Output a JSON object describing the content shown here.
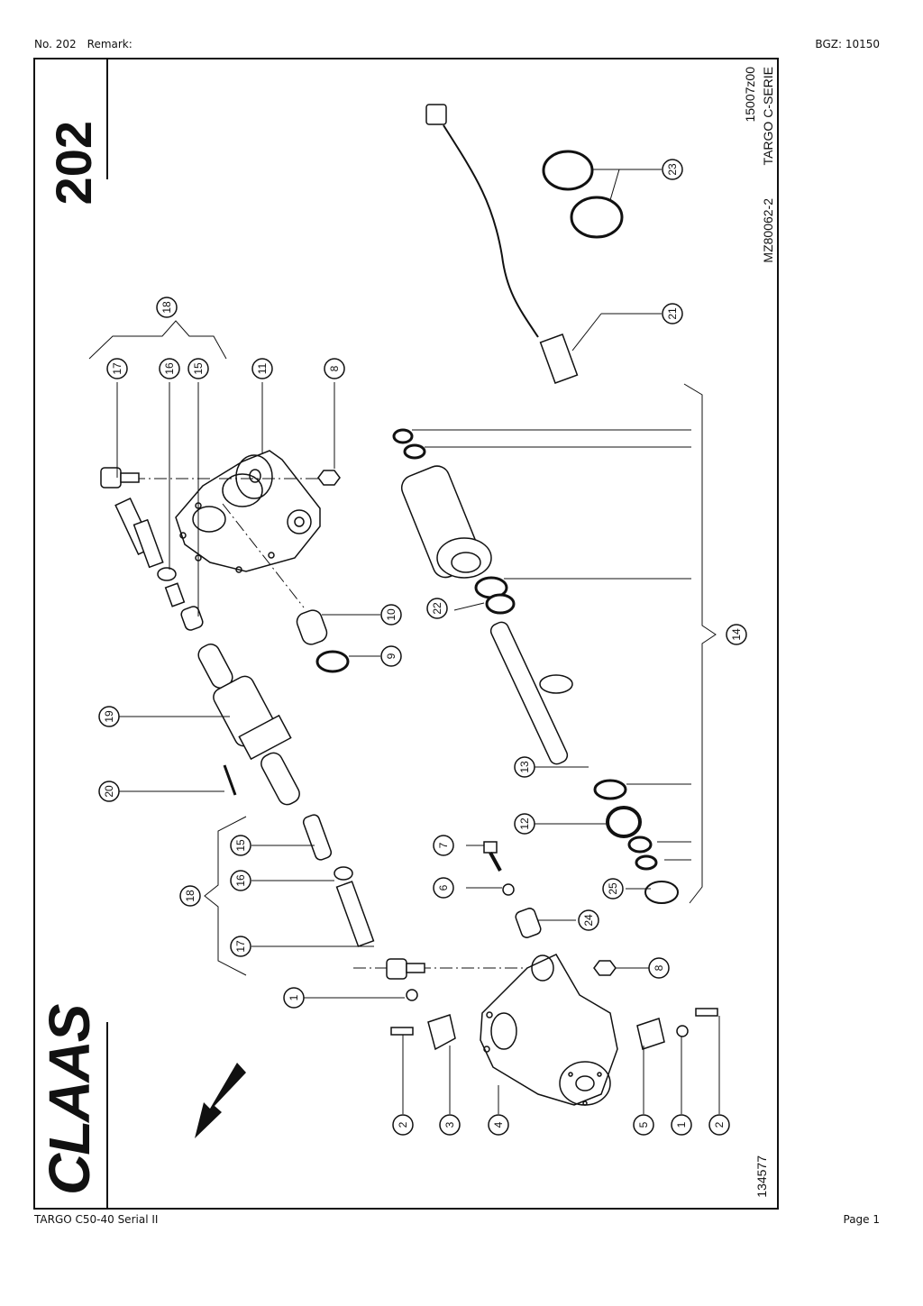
{
  "header": {
    "number": "No. 202",
    "remark": "Remark:",
    "bgz": "BGZ: 10150"
  },
  "footer": {
    "model": "TARGO C50-40 Serial II",
    "page": "Page 1"
  },
  "drawing": {
    "page_number": "202",
    "ref_code": "15007z00",
    "series": "TARGO C-SERIE",
    "drawing_id": "MZ80062-2",
    "catalog_no": "134577",
    "brand": "CLAAS",
    "callouts": [
      "1",
      "2",
      "3",
      "4",
      "5",
      "6",
      "7",
      "8",
      "9",
      "10",
      "11",
      "12",
      "13",
      "14",
      "15",
      "16",
      "17",
      "18",
      "19",
      "20",
      "21",
      "22",
      "23",
      "24",
      "25"
    ]
  }
}
